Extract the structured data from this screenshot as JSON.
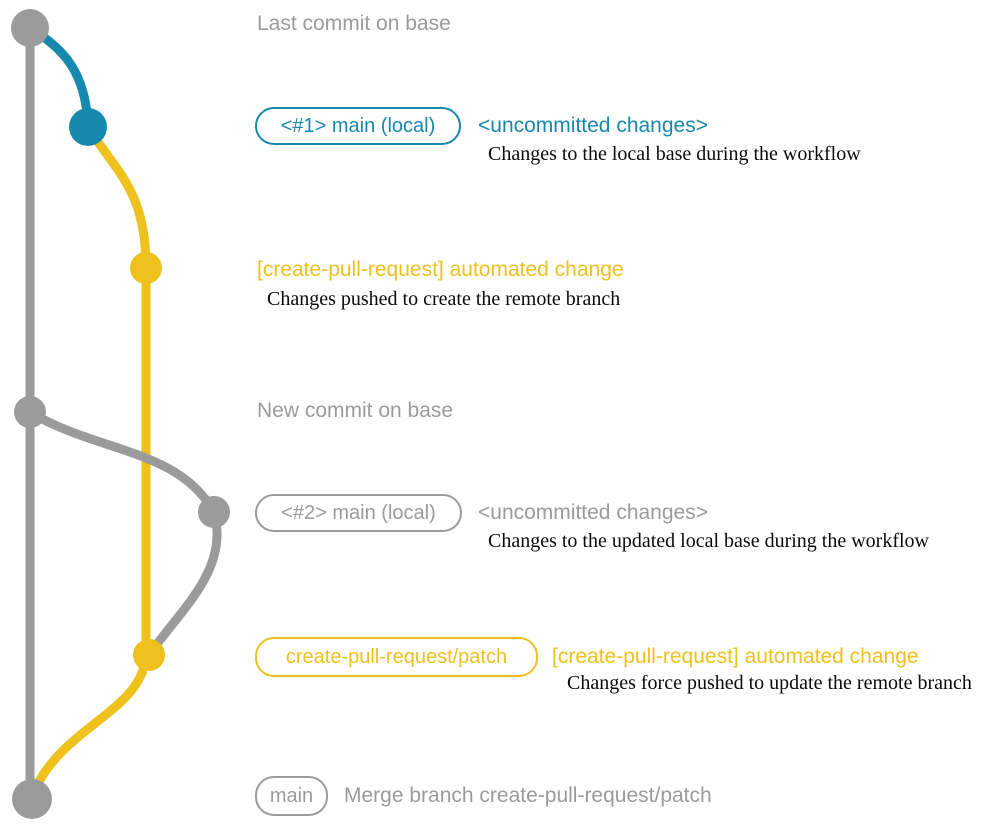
{
  "colors": {
    "gray": "#9b9b9b",
    "blue": "#1789ae",
    "yellow": "#eec11d",
    "ink": "#0a0a0a",
    "bg": "#ffffff"
  },
  "graph": {
    "base_branch": "base",
    "nodes": [
      {
        "id": "last-base-commit",
        "color": "gray",
        "label": "Last commit on base"
      },
      {
        "id": "local-main-1",
        "color": "blue",
        "label": "<#1> main (local)"
      },
      {
        "id": "automated-change-1",
        "color": "yellow",
        "label": "[create-pull-request] automated change"
      },
      {
        "id": "new-base-commit",
        "color": "gray",
        "label": "New commit on base"
      },
      {
        "id": "local-main-2",
        "color": "gray",
        "label": "<#2> main (local)"
      },
      {
        "id": "automated-change-2",
        "color": "yellow",
        "label": "[create-pull-request] automated change"
      },
      {
        "id": "merge-commit",
        "color": "gray",
        "label": "Merge branch create-pull-request/patch"
      }
    ]
  },
  "rows": {
    "r1": {
      "title": "Last commit on base"
    },
    "r2": {
      "badge": "<#1> main (local)",
      "heading": "<uncommitted changes>",
      "desc": "Changes to the local base during the workflow"
    },
    "r3": {
      "heading": "[create-pull-request] automated change",
      "desc": "Changes pushed to create the remote branch"
    },
    "r4": {
      "title": "New commit on base"
    },
    "r5": {
      "badge": "<#2> main (local)",
      "heading": "<uncommitted changes>",
      "desc": "Changes to the updated local base during the workflow"
    },
    "r6": {
      "badge": "create-pull-request/patch",
      "heading": "[create-pull-request] automated change",
      "desc": "Changes force pushed to update the remote branch"
    },
    "r7": {
      "badge": "main",
      "message": "Merge branch create-pull-request/patch"
    }
  }
}
